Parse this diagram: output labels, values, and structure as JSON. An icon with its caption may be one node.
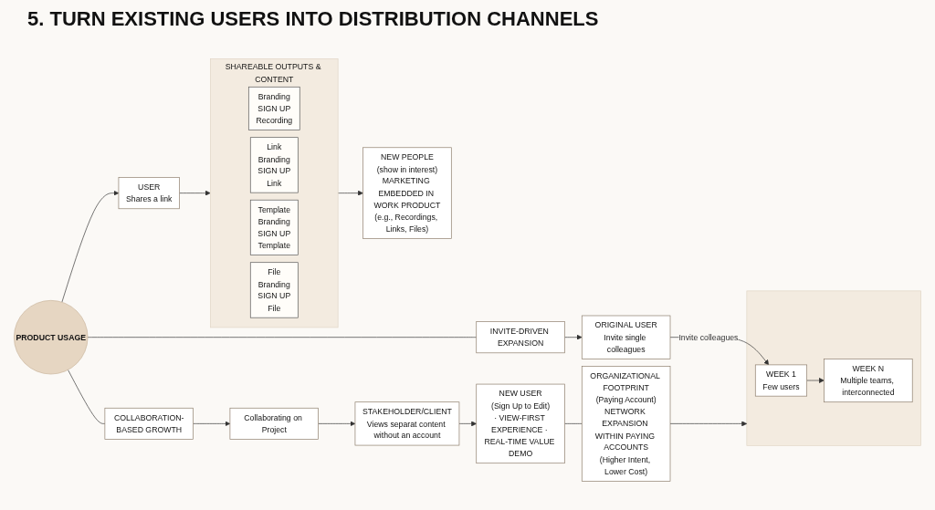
{
  "diagram": {
    "title": "5. TURN EXISTING USERS INTO DISTRIBUTION CHANNELS",
    "nodes": [
      {
        "text": [
          "PRODUCT USAGE"
        ]
      },
      {
        "text": [
          "USER",
          "Shares a link"
        ]
      },
      {
        "text": [
          "SHAREABLE OUTPUTS & CONTENT"
        ]
      },
      {
        "text": [
          "Branding",
          "SIGN UP",
          "Recording"
        ],
        "in": 2
      },
      {
        "text": [
          "Link",
          "Branding",
          "SIGN UP",
          "Link"
        ],
        "in": 2
      },
      {
        "text": [
          "Template",
          "Branding",
          "SIGN UP",
          "Template"
        ],
        "in": 2
      },
      {
        "text": [
          "File",
          "Branding",
          "SIGN UP",
          "File"
        ],
        "in": 2
      },
      {
        "text": [
          "NEW PEOPLE",
          "(show in interest)",
          "MARKETING EMBEDDED IN WORK PRODUCT",
          "(e.g., Recordings, Links, Files)"
        ]
      },
      {
        "text": [
          "COLLABORATION-BASED GROWTH"
        ]
      },
      {
        "text": [
          "Collaborating on Project"
        ]
      },
      {
        "text": [
          "STAKEHOLDER/CLIENT",
          "Views separat content without an account"
        ]
      },
      {
        "text": [
          "NEW USER",
          "(Sign Up to Edit)",
          "· VIEW-FIRST EXPERIENCE · REAL-TIME VALUE DEMO"
        ]
      },
      {
        "text": [
          "ORGANIZATIONAL FOOTPRINT",
          "(Paying Account)",
          "NETWORK EXPANSION WITHIN PAYING ACCOUNTS",
          "(Higher Intent, Lower Cost)"
        ]
      },
      {
        "text": [
          "INVITE-DRIVEN EXPANSION"
        ]
      },
      {
        "text": [
          "ORIGINAL USER",
          "Invite single colleagues"
        ]
      },
      {
        "text": [],
        "shape": "box"
      },
      {
        "text": [
          "WEEK 1",
          "Few users"
        ],
        "in": 15
      },
      {
        "text": [
          "WEEK N",
          "Multiple teams, interconnected"
        ],
        "in": 15
      }
    ],
    "edges": [
      {
        "from": 0,
        "to": 1,
        "arrow": "to"
      },
      {
        "from": 1,
        "to": 2,
        "arrow": "to"
      },
      {
        "from": 2,
        "to": 7,
        "arrow": "to"
      },
      {
        "from": 0,
        "to": 8,
        "arrow": "none"
      },
      {
        "from": 8,
        "to": 9,
        "arrow": "to"
      },
      {
        "from": 9,
        "to": 10,
        "arrow": "to"
      },
      {
        "from": 10,
        "to": 11,
        "arrow": "to"
      },
      {
        "from": 11,
        "to": 12,
        "arrow": "none"
      },
      {
        "from": 0,
        "to": 13,
        "arrow": "none"
      },
      {
        "from": 13,
        "to": 14,
        "arrow": "to"
      },
      {
        "from": 14,
        "to": 16,
        "label": "Invite colleagues",
        "arrow": "to"
      },
      {
        "from": 16,
        "to": 17,
        "arrow": "to"
      },
      {
        "from": 12,
        "to": 15,
        "arrow": "to"
      }
    ]
  }
}
